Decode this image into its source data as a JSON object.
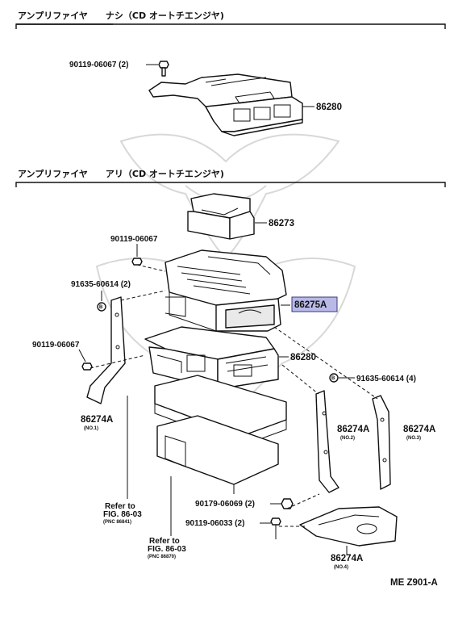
{
  "sections": [
    {
      "header": "アンプリファイヤ　　ナシ（CD オートチエンジヤ)"
    },
    {
      "header": "アンプリファイヤ　　アリ（CD オートチエンジヤ)"
    }
  ],
  "labels": {
    "bolt_top": "90119-06067 (2)",
    "amp_top": "86280",
    "changer_mag": "86273",
    "bolt_mid": "90119-06067",
    "clip_left": "91635-60614 (2)",
    "changer": "86275A",
    "bolt_left": "90119-06067",
    "amp_mid": "86280",
    "clip_right": "91635-60614 (4)",
    "bracket1": "86274A",
    "bracket1_no": "(NO.1)",
    "bracket2": "86274A",
    "bracket2_no": "(NO.2)",
    "bracket3": "86274A",
    "bracket3_no": "(NO.3)",
    "nut": "90179-06069 (2)",
    "bolt_bottom": "90119-06033 (2)",
    "bracket4": "86274A",
    "bracket4_no": "(NO.4)",
    "ref1_line1": "Refer  to",
    "ref1_line2": "FIG. 86-03",
    "ref1_pnc": "(PNC  86841)",
    "ref2_line1": "Refer  to",
    "ref2_line2": "FIG. 86-03",
    "ref2_pnc": "(PNC  86870)",
    "footer": "ME  Z901-A"
  },
  "colors": {
    "highlight_fill": "#b9b9e8",
    "watermark": "#d8d8d8"
  }
}
